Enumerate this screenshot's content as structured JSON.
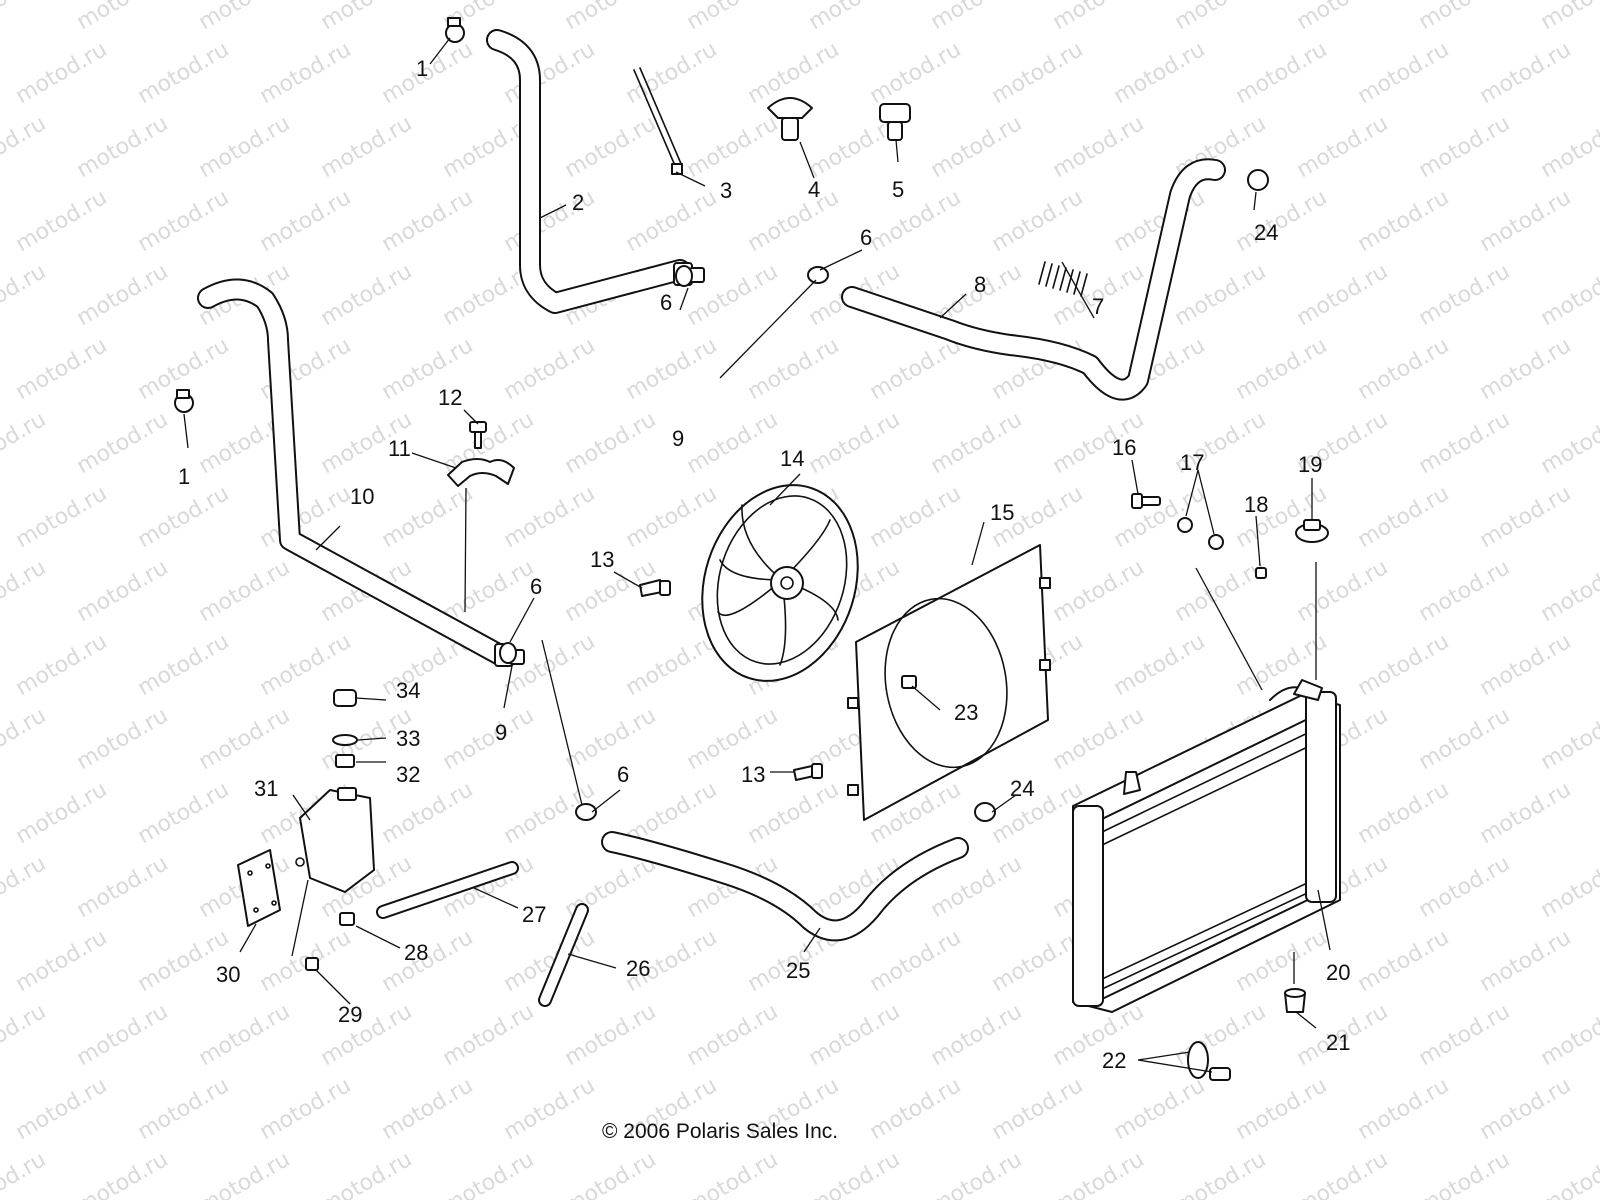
{
  "diagram": {
    "watermark": "motod.ru",
    "copyright": "© 2006 Polaris Sales Inc.",
    "callouts": [
      "1",
      "2",
      "3",
      "4",
      "5",
      "6",
      "6",
      "6",
      "6",
      "7",
      "8",
      "9",
      "9",
      "1",
      "10",
      "11",
      "12",
      "13",
      "13",
      "14",
      "15",
      "16",
      "17",
      "18",
      "19",
      "20",
      "21",
      "22",
      "23",
      "24",
      "24",
      "25",
      "26",
      "27",
      "28",
      "29",
      "30",
      "31",
      "32",
      "33",
      "34"
    ]
  }
}
